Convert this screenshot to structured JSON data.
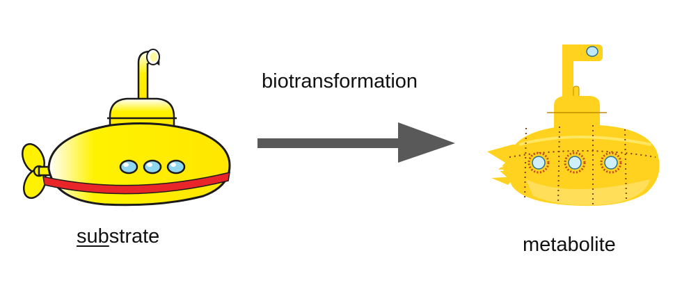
{
  "labels": {
    "substrate_underlined": "sub",
    "substrate_rest": "strate",
    "metabolite": "metabolite",
    "process": "biotransformation"
  },
  "icons": {
    "left": "yellow-submarine-cartoon-icon",
    "right": "yellow-submarine-porthole-icon",
    "arrow": "right-arrow-icon"
  },
  "colors": {
    "sub_yellow": "#fff200",
    "sub_shade": "#e6d200",
    "stripe_red": "#e8262a",
    "window_blue": "#8fd6f0",
    "arrow_gray": "#595959",
    "right_sub_yellow": "#ffd21f",
    "right_sub_dots": "#8a3b12"
  }
}
